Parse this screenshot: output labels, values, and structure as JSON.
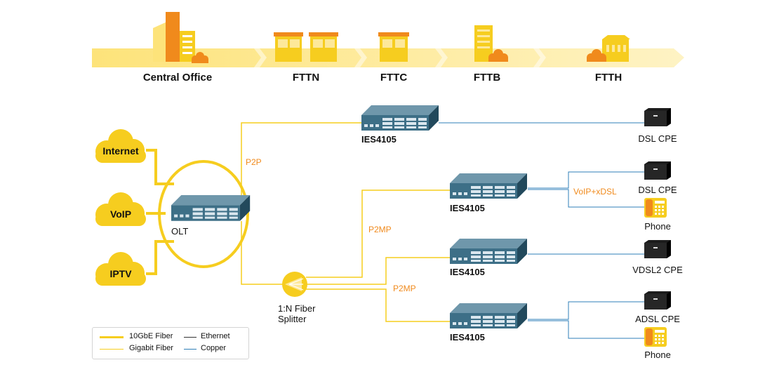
{
  "stages": {
    "central_office": "Central Office",
    "fttn": "FTTN",
    "fttc": "FTTC",
    "fttb": "FTTB",
    "ftth": "FTTH"
  },
  "services": {
    "internet": "Internet",
    "voip": "VoIP",
    "iptv": "IPTV"
  },
  "devices": {
    "olt": "OLT",
    "ies_top": "IES4105",
    "ies_2": "IES4105",
    "ies_3": "IES4105",
    "ies_4": "IES4105",
    "splitter": "1:N Fiber\nSplitter"
  },
  "links": {
    "p2p": "P2P",
    "p2mp_a": "P2MP",
    "p2mp_b": "P2MP",
    "voip_xdsl": "VoIP+xDSL"
  },
  "cpe": {
    "dsl_1": "DSL CPE",
    "dsl_2": "DSL CPE",
    "phone_1": "Phone",
    "vdsl2": "VDSL2 CPE",
    "adsl": "ADSL CPE",
    "phone_2": "Phone"
  },
  "legend": {
    "fiber_10g": "10GbE Fiber",
    "fiber_gig": "Gigabit Fiber",
    "ethernet": "Ethernet",
    "copper": "Copper"
  },
  "colors": {
    "yellow": "#f6cd1f",
    "light_yellow": "#fde89a",
    "orange": "#f08a1c",
    "switch_blue": "#3d6f87",
    "copper_blue": "#2f7fb8"
  }
}
